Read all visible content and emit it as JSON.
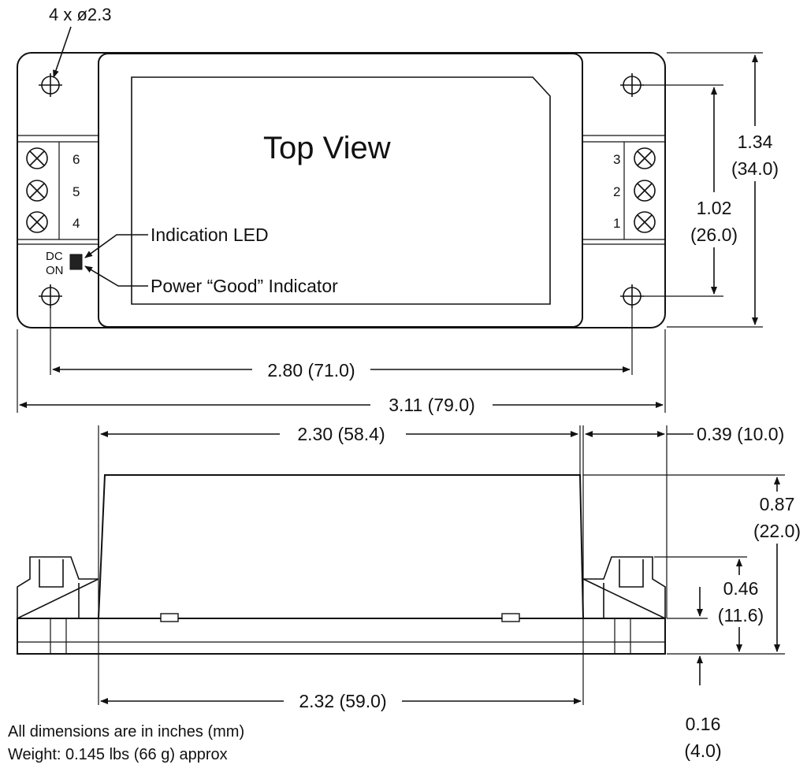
{
  "top_view": {
    "title": "Top View",
    "hole_callout": "4 x ø2.3",
    "led_label": "Indication LED",
    "power_good_label": "Power “Good” Indicator",
    "dc_label": "DC",
    "on_label": "ON",
    "pins_left": [
      "6",
      "5",
      "4"
    ],
    "pins_right": [
      "3",
      "2",
      "1"
    ]
  },
  "dimensions": {
    "height_total": {
      "inch": "1.34",
      "mm": "(34.0)"
    },
    "hole_spacing_vertical": {
      "inch": "1.02",
      "mm": "(26.0)"
    },
    "hole_spacing_horizontal": "2.80 (71.0)",
    "overall_length": "3.11 (79.0)",
    "case_length_top": "2.30 (58.4)",
    "terminal_width": "0.39 (10.0)",
    "case_height": {
      "inch": "0.87",
      "mm": "(22.0)"
    },
    "terminal_height": {
      "inch": "0.46",
      "mm": "(11.6)"
    },
    "base_length": "2.32 (59.0)",
    "flange_thickness": {
      "inch": "0.16",
      "mm": "(4.0)"
    }
  },
  "notes": {
    "units": "All dimensions are in inches (mm)",
    "weight": "Weight: 0.145 lbs (66 g) approx"
  }
}
